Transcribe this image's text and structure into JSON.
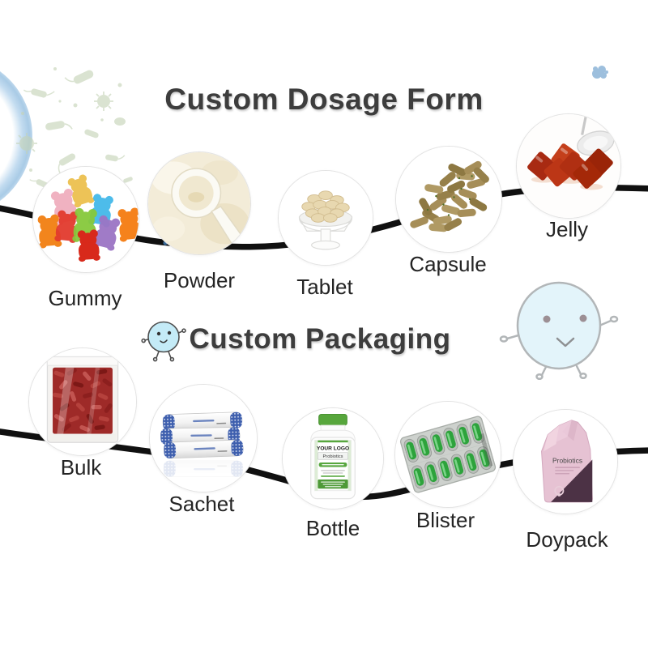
{
  "sections": [
    {
      "id": "dosage",
      "title": "Custom Dosage Form",
      "items": [
        {
          "label": "Gummy"
        },
        {
          "label": "Powder"
        },
        {
          "label": "Tablet"
        },
        {
          "label": "Capsule"
        },
        {
          "label": "Jelly"
        }
      ]
    },
    {
      "id": "packaging",
      "title": "Custom Packaging",
      "items": [
        {
          "label": "Bulk"
        },
        {
          "label": "Sachet"
        },
        {
          "label": "Bottle"
        },
        {
          "label": "Blister"
        },
        {
          "label": "Doypack"
        }
      ]
    }
  ],
  "bottle": {
    "logo_text": "YOUR LOGO",
    "name": "Probiotics"
  },
  "doypack": {
    "name": "Probiotics"
  },
  "decorations": [
    "green-bacteria-icons",
    "blue-arc-decor",
    "blue-splat-icon",
    "blue-bacteria-icon",
    "probiotic-mascot-small-icon",
    "probiotic-mascot-large-icon",
    "wavy-connector-lines"
  ],
  "colors": {
    "title_text": "#3d3d3d",
    "label_text": "#242424",
    "connector_line": "#101010",
    "bacteria_green": "#c5d3b6",
    "icon_blue": "#3e76ab",
    "mascot_small_blue": "#c4ebf7",
    "mascot_large_blue": "#e3f4fa",
    "bottle_green": "#57a73e",
    "blister_green": "#2da33c",
    "doypack_pink": "#e6c2d3",
    "doypack_plum": "#4c3245"
  }
}
